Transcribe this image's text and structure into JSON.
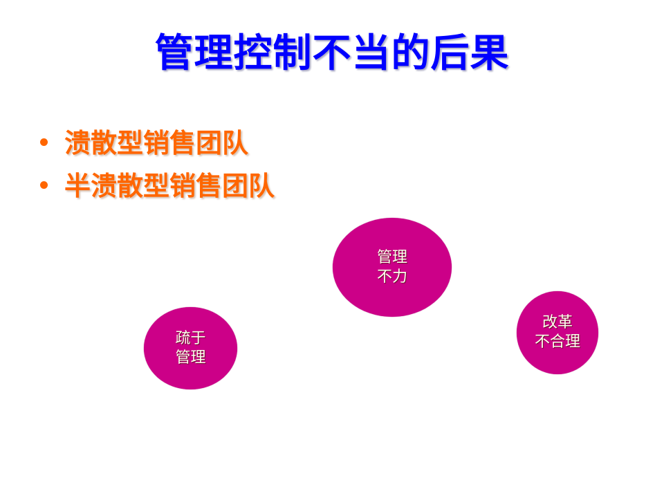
{
  "slide": {
    "title": "管理控制不当的后果",
    "bullets": [
      {
        "label": "溃散型销售团队"
      },
      {
        "label": "半溃散型销售团队"
      }
    ],
    "bubbles": [
      {
        "line1": "管理",
        "line2": "不力"
      },
      {
        "line1": "疏于",
        "line2": "管理"
      },
      {
        "line1": "改革",
        "line2": "不合理"
      }
    ],
    "colors": {
      "title": "#0000ff",
      "bullets": "#ff6600",
      "bubble_fill": "#cc0088",
      "bubble_text": "#ffffee"
    }
  }
}
